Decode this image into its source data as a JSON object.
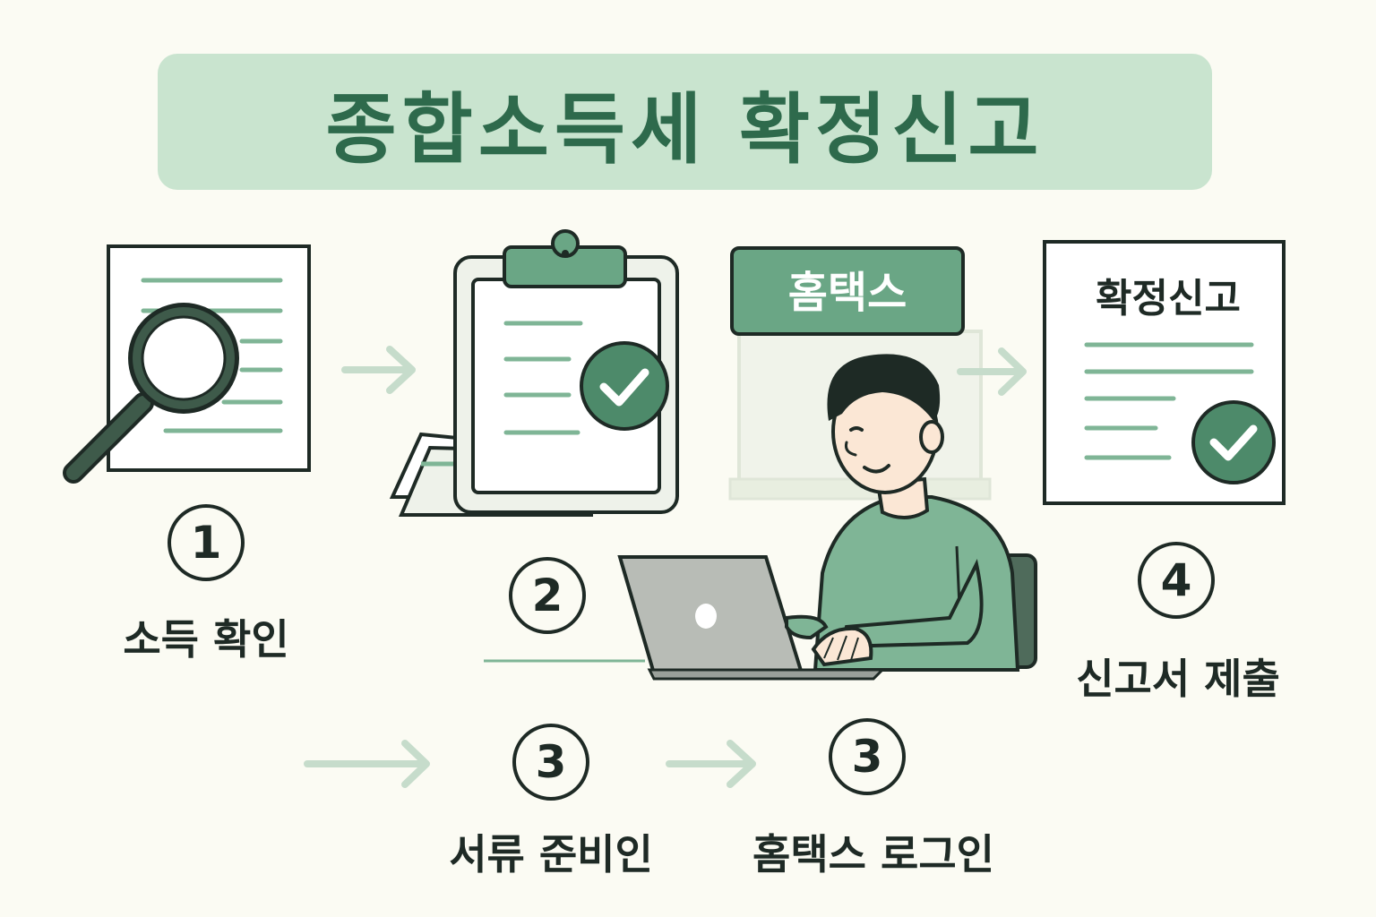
{
  "title": "종합소득세 확정신고",
  "steps": [
    {
      "number": "1",
      "label": "소득 확인"
    },
    {
      "number": "2",
      "label": ""
    },
    {
      "number": "3",
      "label": "서류 준비인"
    },
    {
      "number": "3",
      "label": "홈택스 로그인"
    },
    {
      "number": "4",
      "label": "신고서 제출"
    }
  ],
  "hometax_sign": "홈택스",
  "report_doc_title": "확정신고",
  "colors": {
    "background": "#fbfbf3",
    "banner": "#c9e4cf",
    "title": "#2e6a4c",
    "accent_green": "#4d8a6a",
    "line_green": "#7fb596",
    "dark": "#1e2a25",
    "arrow": "#c6dccb"
  }
}
